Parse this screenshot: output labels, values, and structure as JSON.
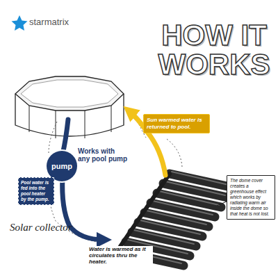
{
  "diagram": {
    "title": "HOW IT WORKS",
    "nodes": [
      {
        "text": [
          "pump"
        ]
      },
      {
        "text": [
          "Sun warmed water is returned to pool."
        ]
      },
      {
        "text": [
          "Pool water is fed into the pool heater by the pump."
        ]
      },
      {
        "text": [
          "The dome cover creates a greenhouse effect which works by radiating warm air inside the dome so that heat is not lost."
        ]
      }
    ],
    "labels": [
      "starmatrix",
      "Works with any pool pump",
      "Solar collector",
      "Water is warmed as it circulates thru the heater."
    ]
  }
}
